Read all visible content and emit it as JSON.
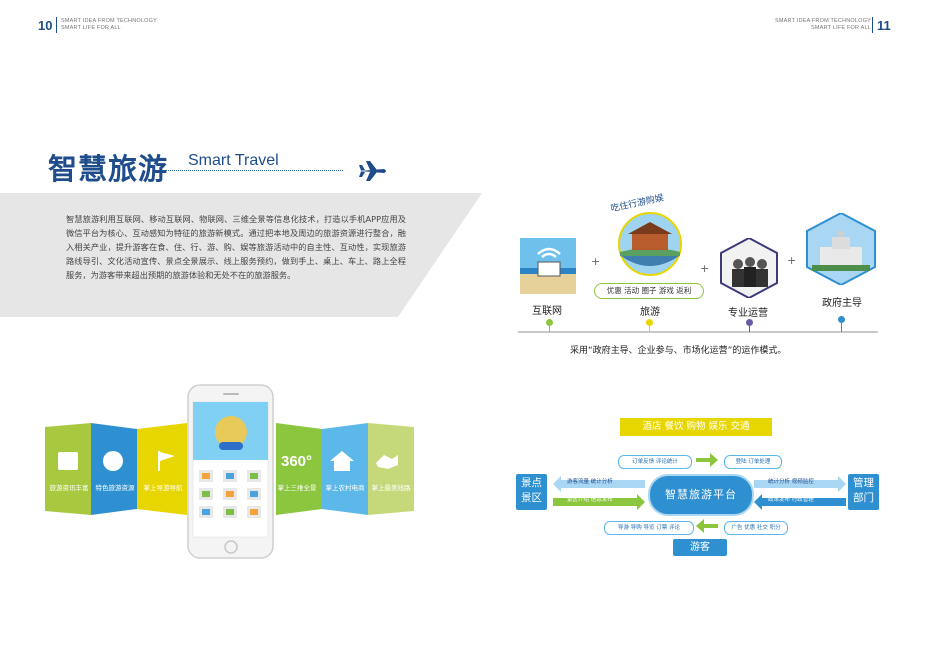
{
  "header": {
    "page_left": "10",
    "page_right": "11",
    "tag_line1": "SMART IDEA FROM TECHNOLOGY",
    "tag_line2": "SMART LIFE FOR ALL"
  },
  "section": {
    "title_cn": "智慧旅游",
    "title_en": "Smart Travel",
    "paragraph": "智慧旅游利用互联网、移动互联网、物联网、三维全景等信息化技术，打造以手机APP应用及微信平台为核心、互动感知为特征的旅游新模式。通过把本地及周边的旅游资源进行整合，融入相关产业，提升游客在食、住、行、游、购、娱等旅游活动中的自主性、互动性，实现旅游路线导引、文化活动宣传、景点全景展示、线上服务预约，做到手上、桌上、车上、路上全程服务，为游客带来超出预期的旅游体验和无处不在的旅游服务。"
  },
  "operation": {
    "items": [
      {
        "label": "互联网"
      },
      {
        "label": "旅游",
        "top_text": "吃住行游购娱",
        "tags": "优惠 活动 圈子 游戏 返利"
      },
      {
        "label": "专业运营"
      },
      {
        "label": "政府主导"
      }
    ],
    "plus": "+",
    "caption": "采用“政府主导、企业参与、市场化运营”的运作模式。"
  },
  "features": {
    "left_labels": [
      "旅游资讯丰富",
      "特色旅游资源",
      "掌上导游导航"
    ],
    "right_labels": [
      "掌上三维全景",
      "掌上农村电商",
      "掌上最美线路"
    ],
    "icon_360": "360°"
  },
  "platform": {
    "top_bar": "酒店  餐饮  购物  娱乐  交通",
    "center": "智慧旅游平台",
    "left_node": "景点景区",
    "right_node": "管理部门",
    "bottom_node": "游客",
    "upper_left_small": "订单反馈  评论统计",
    "upper_right_small": "登陆  订单处理",
    "left_flow1": "游客流量  统计分析",
    "left_flow2": "景区介绍  信息发布",
    "right_flow1": "统计分析  视频监控",
    "right_flow2": "政策发布  行政管理",
    "lower_left_small": "导游 导购 导览 订票 评论",
    "lower_right_small": "广告  优惠  社交  积分"
  },
  "colors": {
    "brand_blue": "#1f4d8c",
    "accent_blue": "#2e90d1",
    "green": "#8cc63f",
    "yellow": "#e8d600",
    "light_blue": "#5bb8e8"
  }
}
